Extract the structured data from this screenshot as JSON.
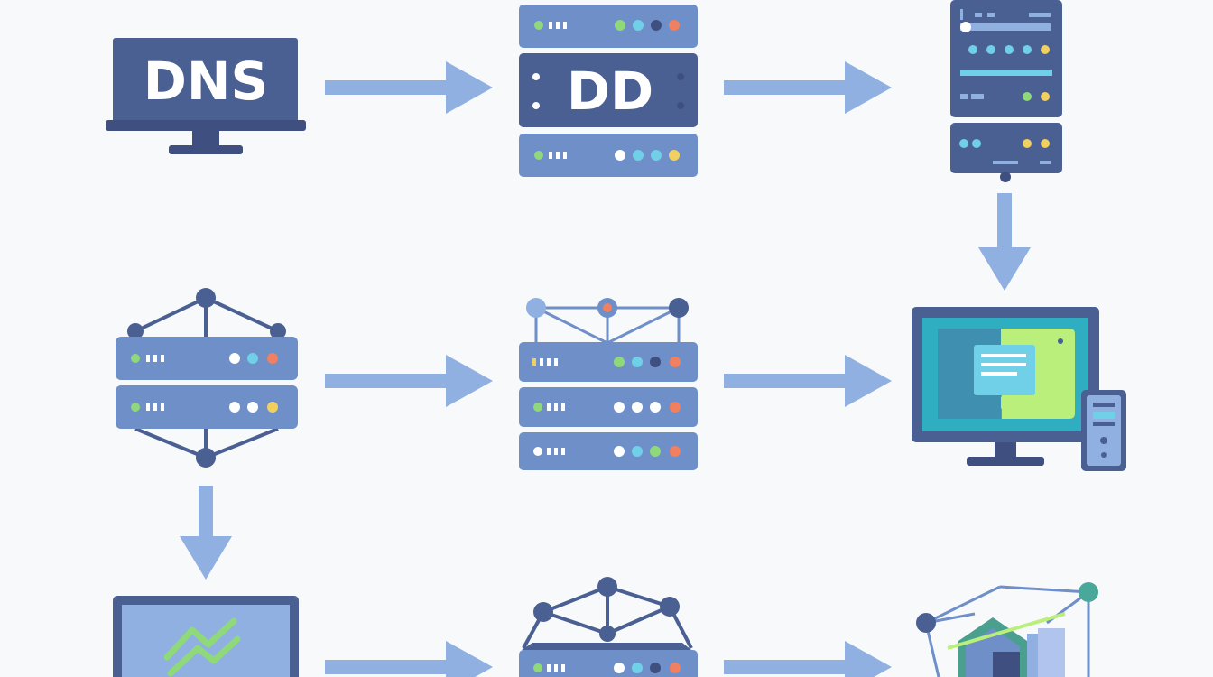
{
  "diagram": {
    "nodes": {
      "dns_monitor": {
        "icon": "dns-monitor-icon",
        "label": "DNS"
      },
      "dd_server": {
        "icon": "server-rack-icon",
        "label": "DD"
      },
      "server_tower": {
        "icon": "server-tower-icon"
      },
      "cluster_left": {
        "icon": "network-server-cluster-icon"
      },
      "cluster_middle": {
        "icon": "network-server-stack-icon"
      },
      "desktop_client": {
        "icon": "desktop-with-device-icon"
      },
      "analytics_monitor": {
        "icon": "analytics-monitor-icon"
      },
      "gateway_server": {
        "icon": "network-gateway-icon"
      },
      "network_graph": {
        "icon": "network-graph-buildings-icon"
      }
    },
    "arrows": [
      {
        "from": "dns_monitor",
        "to": "dd_server",
        "direction": "right"
      },
      {
        "from": "dd_server",
        "to": "server_tower",
        "direction": "right"
      },
      {
        "from": "server_tower",
        "to": "desktop_client",
        "direction": "down"
      },
      {
        "from": "cluster_left",
        "to": "cluster_middle",
        "direction": "right"
      },
      {
        "from": "cluster_middle",
        "to": "desktop_client",
        "direction": "right"
      },
      {
        "from": "cluster_left",
        "to": "analytics_monitor",
        "direction": "down"
      },
      {
        "from": "analytics_monitor",
        "to": "gateway_server",
        "direction": "right"
      },
      {
        "from": "gateway_server",
        "to": "network_graph",
        "direction": "right"
      }
    ],
    "colors": {
      "primary": "#6f8fc9",
      "dark": "#4a5f92",
      "navy": "#3f4f80",
      "arrow": "#8fb0e0",
      "green": "#8fd97a",
      "blue_dot": "#6fd0e8",
      "yellow": "#f0d060",
      "orange": "#f08060",
      "screen_teal": "#2eaec0",
      "screen_lime": "#b9ef7a"
    }
  }
}
